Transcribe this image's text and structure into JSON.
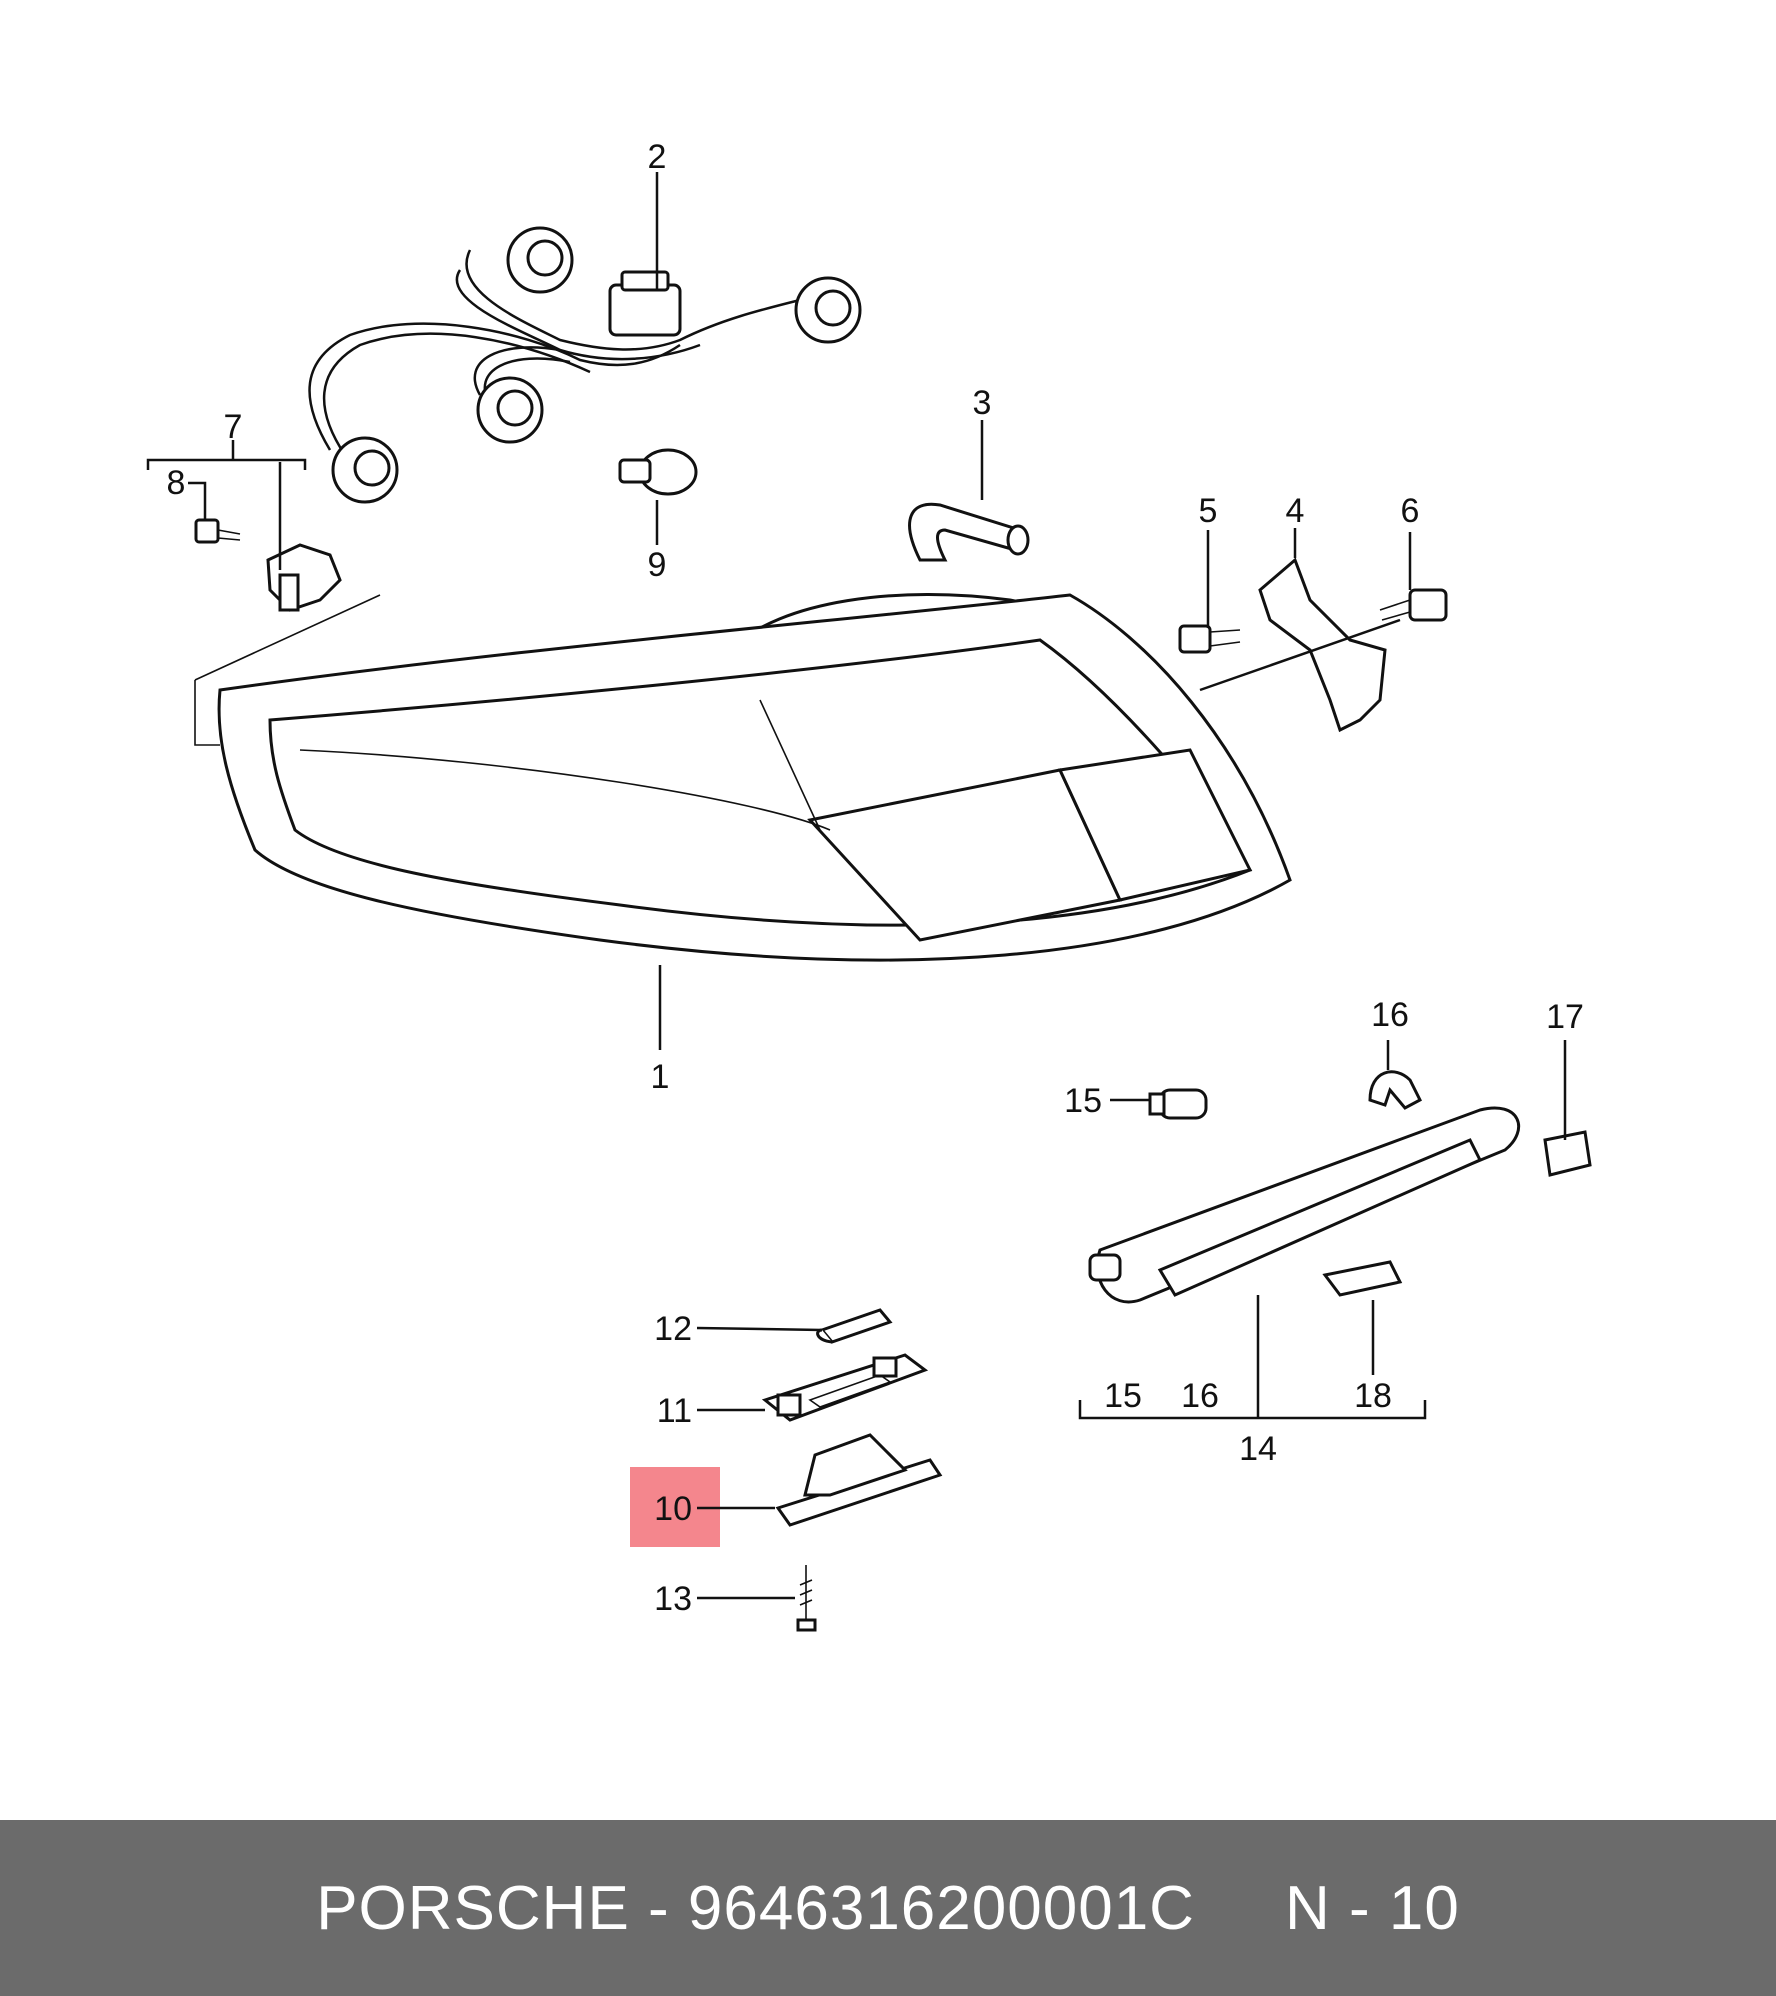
{
  "callouts": {
    "c1": "1",
    "c2": "2",
    "c3": "3",
    "c4": "4",
    "c5": "5",
    "c6": "6",
    "c7": "7",
    "c8": "8",
    "c9": "9",
    "c10": "10",
    "c11": "11",
    "c12": "12",
    "c13": "13",
    "c14": "14",
    "c15": "15",
    "c16": "16",
    "c17": "17",
    "c18": "18",
    "g15": "15",
    "g16": "16",
    "g18": "18"
  },
  "highlight": {
    "part": "10",
    "color": "#f4868d"
  },
  "footer": {
    "brand": "PORSCHE",
    "dash": "-",
    "part_number": "9646316200001C",
    "position_label": "N - 10",
    "background": "#6b6b6b"
  }
}
